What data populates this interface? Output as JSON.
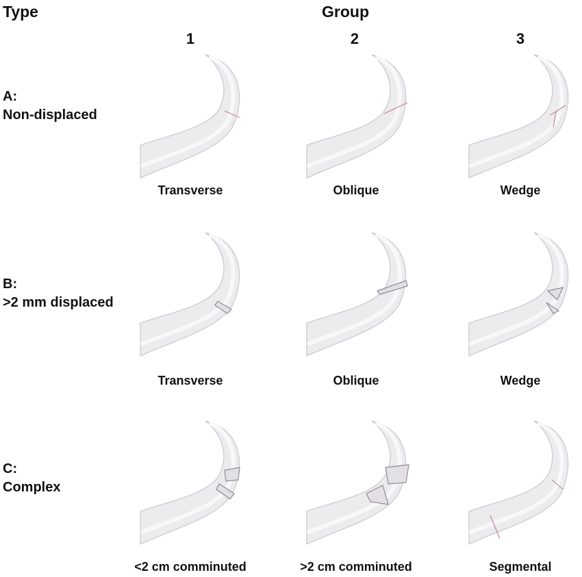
{
  "header": {
    "type_label": "Type",
    "group_label": "Group"
  },
  "columns": [
    "1",
    "2",
    "3"
  ],
  "rows": [
    {
      "type_line1": "A:",
      "type_line2": "Non-displaced",
      "captions": [
        "Transverse",
        "Oblique",
        "Wedge"
      ],
      "fractures": [
        "transverse-line",
        "oblique-line",
        "wedge-line"
      ]
    },
    {
      "type_line1": "B:",
      "type_line2": ">2 mm displaced",
      "captions": [
        "Transverse",
        "Oblique",
        "Wedge"
      ],
      "fractures": [
        "transverse-displaced",
        "oblique-displaced",
        "wedge-displaced"
      ]
    },
    {
      "type_line1": "C:",
      "type_line2": "Complex",
      "captions": [
        "<2 cm comminuted",
        ">2 cm comminuted",
        "Segmental"
      ],
      "fractures": [
        "comminuted-small",
        "comminuted-large",
        "segmental"
      ]
    }
  ],
  "colors": {
    "bone_fill": "#ecebee",
    "bone_edge": "#c9c7cc",
    "fracture_line": "#c0808a"
  }
}
